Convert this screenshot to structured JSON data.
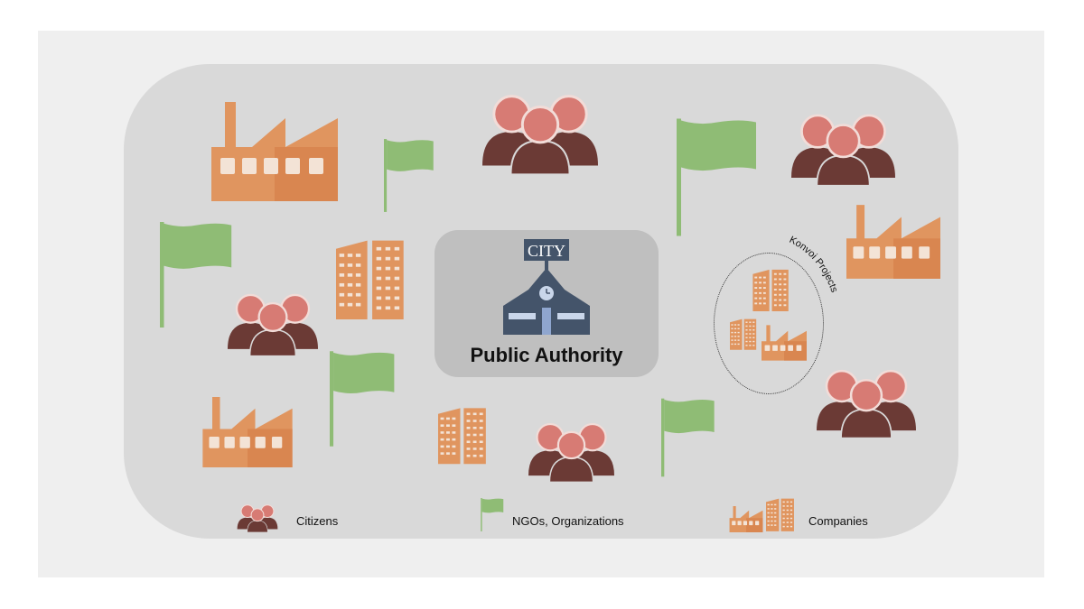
{
  "center": {
    "label": "Public Authority",
    "sign_text": "CITY"
  },
  "cluster": {
    "label": "Konvoi Projects"
  },
  "legend": {
    "citizens": "Citizens",
    "ngos": "NGOs, Organizations",
    "companies": "Companies"
  },
  "colors": {
    "background": "#efefef",
    "panel": "#d9d9d9",
    "center_box": "#bfbfbf",
    "factory": "#e0955f",
    "flag": "#8fbc75",
    "person_head": "#d77b74",
    "person_body": "#6b3a35",
    "city_hall": "#44546a"
  }
}
